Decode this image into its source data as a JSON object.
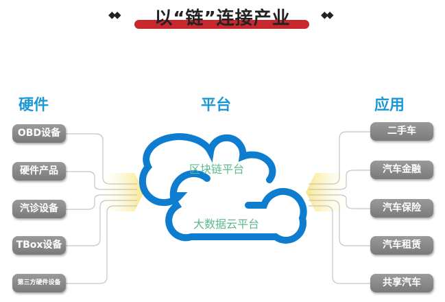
{
  "title": "以“链”连接产业",
  "title_decoration": "◆◆",
  "headings": {
    "hardware": "硬件",
    "platform": "平台",
    "application": "应用"
  },
  "hardware_items": [
    "OBD设备",
    "硬件产品",
    "汽诊设备",
    "TBox设备",
    "第三方硬件设备"
  ],
  "application_items": [
    "二手车",
    "汽车金融",
    "汽车保险",
    "汽车租赁",
    "共享汽车"
  ],
  "platform": {
    "top_label": "区块链平台",
    "bottom_label": "大数据云平台"
  },
  "colors": {
    "accent_blue": "#1b98d5",
    "title_bar_red": "#c8282d",
    "pill_gray": "#8a8a8a",
    "cloud_text_green": "#5bb88f"
  }
}
